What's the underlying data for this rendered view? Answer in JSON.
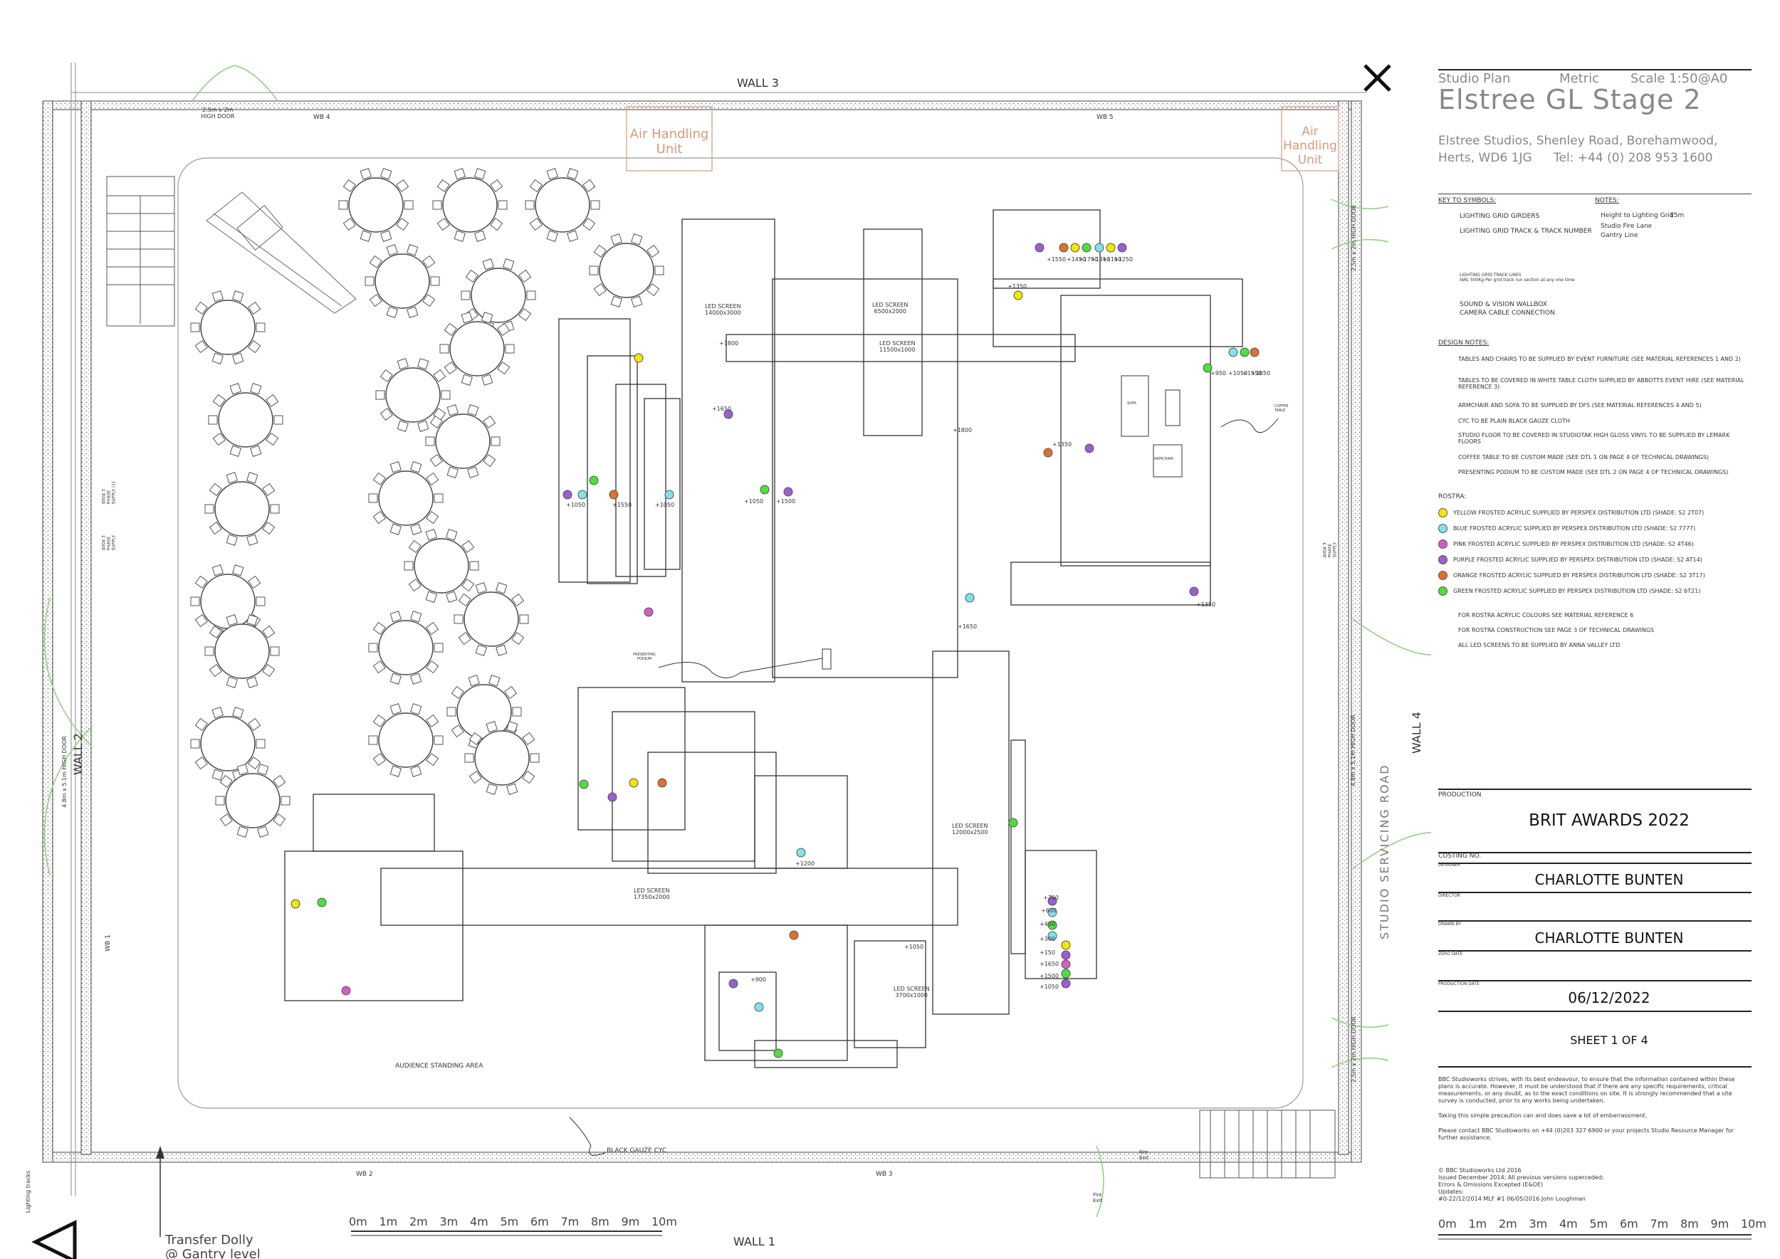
{
  "plan": {
    "walls": {
      "wall1": "WALL 1",
      "wall2": "WALL 2",
      "wall3": "WALL 3",
      "wall4": "WALL 4"
    },
    "doors": {
      "top_left": "2.5m x 2m\nHIGH DOOR",
      "left": "4.8m x 5.1m HIGH DOOR",
      "right": "4.8m x 5.1m HIGH DOOR",
      "right_top": "2.5m x 2m HIGH DOOR",
      "right_bottom": "2.5m x 2m HIGH DOOR"
    },
    "air_handling_left": "Air Handling Unit",
    "air_handling_right": "Air Handling Unit",
    "wallboxes": {
      "wb1": "WB 1",
      "wb2": "WB 2",
      "wb3": "WB 3",
      "wb4": "WB 4",
      "wb5": "WB 5"
    },
    "power_supply_1": "400A 3 PHASE SUPPLY (1)",
    "power_supply_2": "400A 3 PHASE SUPPLY",
    "power_supply_3": "400A 3 PHASE SUPPLY",
    "studio_servicing_road": "STUDIO SERVICING ROAD",
    "audience_area": "AUDIENCE STANDING AREA",
    "black_gauze_cyc": "BLACK GAUZE CYC",
    "presenting_podium": "PRESENTING PODIUM",
    "coffee_table": "COFFEE TABLE",
    "sofa": "SOFA",
    "armchair": "ARMCHAIR",
    "fire_exit_1": "Fire Exit",
    "fire_exit_2": "Fire Exit",
    "lighting_tracks": "Lighting tracks",
    "transfer_dolly": "Transfer Dolly\n@ Gantry level",
    "scale_labels": [
      "0m",
      "1m",
      "2m",
      "3m",
      "4m",
      "5m",
      "6m",
      "7m",
      "8m",
      "9m",
      "10m"
    ],
    "led_screens": [
      {
        "label": "LED SCREEN",
        "size": "14000x3000"
      },
      {
        "label": "LED SCREEN",
        "size": "6500x2000"
      },
      {
        "label": "LED SCREEN",
        "size": "11500x1000"
      },
      {
        "label": "LED SCREEN",
        "size": "17350x2000"
      },
      {
        "label": "LED SCREEN",
        "size": "12000x2500"
      },
      {
        "label": "LED SCREEN",
        "size": "3700x1000"
      }
    ],
    "heights": [
      "+1350",
      "+1550",
      "+1450",
      "+1750",
      "+1350",
      "+1150",
      "+1250",
      "+950",
      "+1050",
      "+1550",
      "+1050",
      "+1350",
      "+1800",
      "+1650",
      "+1800",
      "+1650",
      "+1050",
      "+1550",
      "+1050",
      "+1050",
      "+1500",
      "+1350",
      "+1200",
      "+1050",
      "+900",
      "+750",
      "+600",
      "+450",
      "+300",
      "+150",
      "+1650",
      "+1500",
      "+1050"
    ]
  },
  "title_block": {
    "studio_plan": "Studio Plan",
    "metric": "Metric",
    "scale": "Scale 1:50@A0",
    "stage_name": "Elstree GL Stage 2",
    "address_1": "Elstree Studios, Shenley Road, Borehamwood,",
    "address_2": "Herts, WD6 1JG",
    "tel": "Tel: +44 (0) 208 953 1600",
    "key_heading": "KEY TO SYMBOLS:",
    "key_items": [
      "LIGHTING GRID GIRDERS",
      "LIGHTING GRID TRACK & TRACK NUMBER",
      "LIGHTING GRID TRACK LINES\nSWL 500Kg Per grid track run section at any one time",
      "SOUND & VISION WALLBOX",
      "CAMERA CABLE CONNECTION"
    ],
    "notes_heading": "NOTES:",
    "notes_items": [
      "Height to Lighting Grid",
      "Studio Fire Lane",
      "Gantry Line"
    ],
    "notes_value": "15m",
    "design_notes_heading": "DESIGN NOTES:",
    "design_notes": [
      "TABLES AND CHAIRS TO BE SUPPLIED BY EVENT FURNITURE (SEE MATERIAL REFERENCES 1 AND 2)",
      "TABLES TO BE COVERED IN WHITE TABLE CLOTH SUPPLIED BY ABBOTTS EVENT HIRE (SEE MATERIAL REFERENCE 3)",
      "ARMCHAIR AND SOFA TO BE SUPPLIED BY DFS (SEE MATERIAL REFERENCES 4 AND 5)",
      "CYC TO BE PLAIN BLACK GAUZE CLOTH",
      "STUDIO FLOOR TO BE COVERED IN STUDIOTAK HIGH GLOSS VINYL TO BE SUPPLIED BY LEMARK FLOORS",
      "COFFEE TABLE TO BE CUSTOM MADE (SEE DTL 1 ON PAGE 4 OF TECHNICAL DRAWINGS)",
      "PRESENTING PODIUM TO BE CUSTOM MADE (SEE DTL 2 ON PAGE 4 OF TECHNICAL DRAWINGS)"
    ],
    "rostra_heading": "ROSTRA:",
    "rostra": [
      {
        "text": "YELLOW FROSTED ACRYLIC SUPPLIED BY PERSPEX DISTRIBUTION LTD (SHADE: S2 2T07)",
        "color": "#f2e600"
      },
      {
        "text": "BLUE FROSTED ACRYLIC SUPPLIED BY PERSPEX DISTRIBUTION LTD (SHADE: S2 7777)",
        "color": "#7fe3ec"
      },
      {
        "text": "PINK FROSTED ACRYLIC SUPPLIED BY PERSPEX DISTRIBUTION LTD (SHADE: S2 4T46)",
        "color": "#d15fc4"
      },
      {
        "text": "PURPLE FROSTED ACRYLIC SUPPLIED BY PERSPEX DISTRIBUTION LTD (SHADE: S2 AT14)",
        "color": "#9a5fd0"
      },
      {
        "text": "ORANGE FROSTED ACRYLIC SUPPLIED BY PERSPEX DISTRIBUTION LTD (SHADE: S2 3T17)",
        "color": "#e0702a"
      },
      {
        "text": "GREEN FROSTED ACRYLIC SUPPLIED BY PERSPEX DISTRIBUTION LTD (SHADE: S2 6T21)",
        "color": "#4ee03a"
      }
    ],
    "rostra_notes": [
      "FOR ROSTRA ACRYLIC COLOURS SEE MATERIAL REFERENCE 6",
      "FOR ROSTRA CONSTRUCTION SEE PAGE 3 OF TECHNICAL DRAWINGS",
      "ALL LED SCREENS TO BE SUPPLIED BY ANNA VALLEY LTD"
    ],
    "production_label": "PRODUCTION",
    "production": "BRIT AWARDS 2022",
    "costing_label": "COSTING NO.",
    "designer_label": "DESIGNER",
    "designer": "CHARLOTTE BUNTEN",
    "director_label": "DIRECTOR",
    "drawn_by_label": "DRAWN BY",
    "drawn_by": "CHARLOTTE BUNTEN",
    "zero_date_label": "ZERO DATE",
    "production_date_label": "PRODUCTION DATE",
    "production_date": "06/12/2022",
    "sheet": "SHEET 1 OF 4",
    "disclaimer_1": "BBC Studioworks strives, with its best endeavour, to ensure that the information contained within these plans is accurate. However, it must be understood that if there are any specific requirements, critical measurements, or any doubt, as to the exact conditions on site. It is strongly recommended that a site survey is conducted, prior to any works being undertaken.",
    "disclaimer_2": "Taking this simple precaution can and does save a lot of embarrassment.",
    "disclaimer_3": "Please contact BBC Studioworks on +44 (0)203 327 6900 or your projects Studio Resource Manager for further assistance.",
    "copyright": "© BBC Studioworks Ltd 2016",
    "issued": "Issued December 2014; All previous versions superceded;",
    "errors": "Errors & Omissions Excepted (E&OE)",
    "updates_label": "Updates:",
    "updates": "#0-22/12/2014 MLF #1 06/05/2016 John Loughman",
    "scale_labels": [
      "0m",
      "1m",
      "2m",
      "3m",
      "4m",
      "5m",
      "6m",
      "7m",
      "8m",
      "9m",
      "10m"
    ]
  }
}
